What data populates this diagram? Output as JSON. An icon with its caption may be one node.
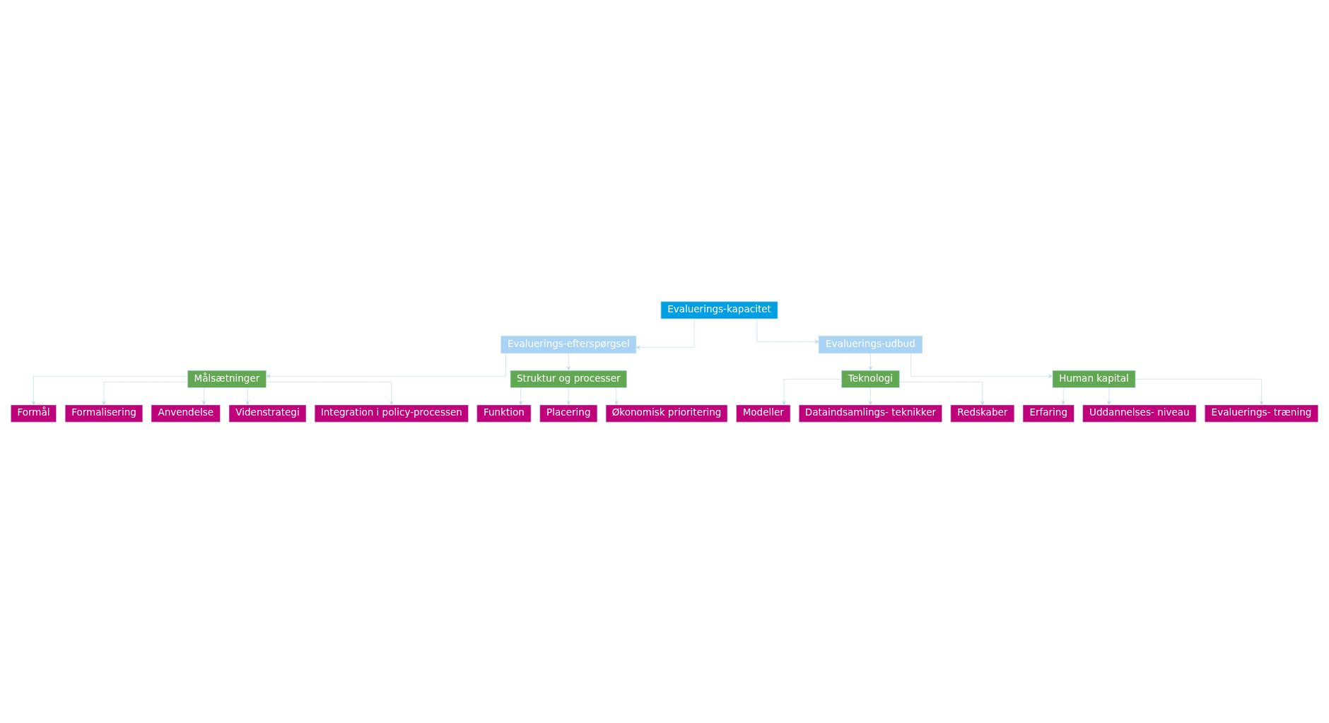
{
  "diagram": {
    "nodes": [
      {
        "text": [
          "Evaluerings-kapacitet"
        ]
      },
      {
        "text": [
          "Evaluerings-efterspørgsel"
        ]
      },
      {
        "text": [
          "Evaluerings-udbud"
        ]
      },
      {
        "text": [
          "Målsætninger"
        ]
      },
      {
        "text": [
          "Struktur og processer"
        ]
      },
      {
        "text": [
          "Teknologi"
        ]
      },
      {
        "text": [
          "Human kapital"
        ]
      },
      {
        "text": [
          "Formål"
        ]
      },
      {
        "text": [
          "Formalisering"
        ]
      },
      {
        "text": [
          "Anvendelse"
        ]
      },
      {
        "text": [
          "Videnstrategi"
        ]
      },
      {
        "text": [
          "Integration i policy-processen"
        ]
      },
      {
        "text": [
          "Funktion"
        ]
      },
      {
        "text": [
          "Placering"
        ]
      },
      {
        "text": [
          "Økonomisk prioritering"
        ]
      },
      {
        "text": [
          "Modeller"
        ]
      },
      {
        "text": [
          "Dataindsamlings- teknikker"
        ]
      },
      {
        "text": [
          "Redskaber"
        ]
      },
      {
        "text": [
          "Erfaring"
        ]
      },
      {
        "text": [
          "Uddannelses- niveau"
        ]
      },
      {
        "text": [
          "Evaluerings- træning"
        ]
      }
    ],
    "edges": [
      {
        "from": 0,
        "to": 1,
        "arrow": "to"
      },
      {
        "from": 0,
        "to": 2,
        "arrow": "to"
      },
      {
        "from": 1,
        "to": 3,
        "arrow": "to"
      },
      {
        "from": 1,
        "to": 4,
        "arrow": "to"
      },
      {
        "from": 2,
        "to": 5,
        "arrow": "to"
      },
      {
        "from": 2,
        "to": 6,
        "arrow": "to"
      },
      {
        "from": 3,
        "to": 7,
        "arrow": "to"
      },
      {
        "from": 3,
        "to": 8,
        "arrow": "to"
      },
      {
        "from": 3,
        "to": 9,
        "arrow": "to"
      },
      {
        "from": 3,
        "to": 10,
        "arrow": "to"
      },
      {
        "from": 3,
        "to": 11,
        "arrow": "to"
      },
      {
        "from": 4,
        "to": 12,
        "arrow": "to"
      },
      {
        "from": 4,
        "to": 13,
        "arrow": "to"
      },
      {
        "from": 4,
        "to": 14,
        "arrow": "to"
      },
      {
        "from": 5,
        "to": 15,
        "arrow": "to"
      },
      {
        "from": 5,
        "to": 16,
        "arrow": "to"
      },
      {
        "from": 5,
        "to": 17,
        "arrow": "to"
      },
      {
        "from": 6,
        "to": 18,
        "arrow": "to"
      },
      {
        "from": 6,
        "to": 19,
        "arrow": "to"
      },
      {
        "from": 6,
        "to": 20,
        "arrow": "to"
      }
    ]
  }
}
